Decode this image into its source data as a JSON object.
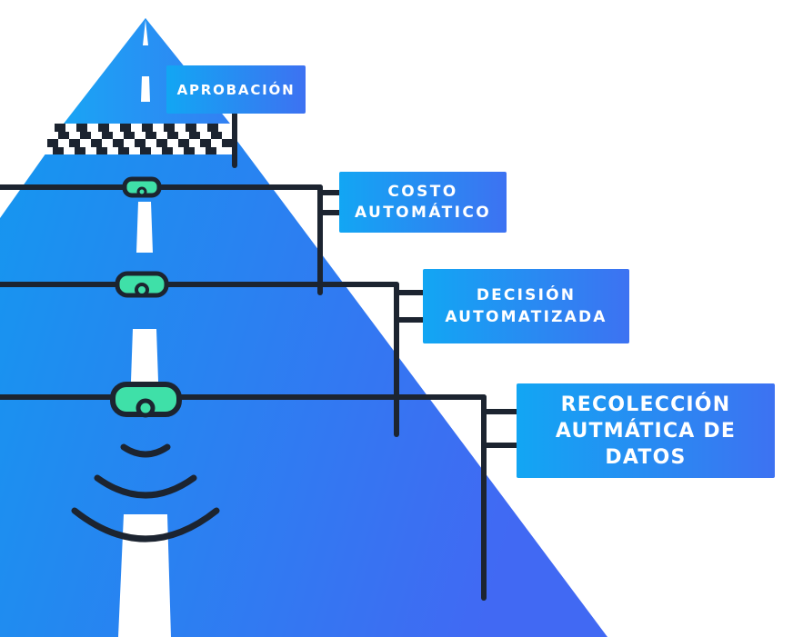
{
  "labels": {
    "aprobacion": "APROBACIÓN",
    "costo": [
      "COSTO",
      "AUTOMÁTICO"
    ],
    "decision": [
      "DECISIÓN",
      "AUTOMATIZADA"
    ],
    "recoleccion": [
      "RECOLECCIÓN",
      "AUTMÁTICA DE",
      "DATOS"
    ]
  },
  "colors": {
    "gradient_start": "#1399ef",
    "gradient_end": "#4169f3",
    "lines": "#1c2430",
    "camera_lens": "#3fe0a8",
    "road_marking": "#ffffff"
  },
  "icons": [
    "checkered-finish-line-icon",
    "camera-icon",
    "signal-waves-icon",
    "flag-pole-icon"
  ]
}
